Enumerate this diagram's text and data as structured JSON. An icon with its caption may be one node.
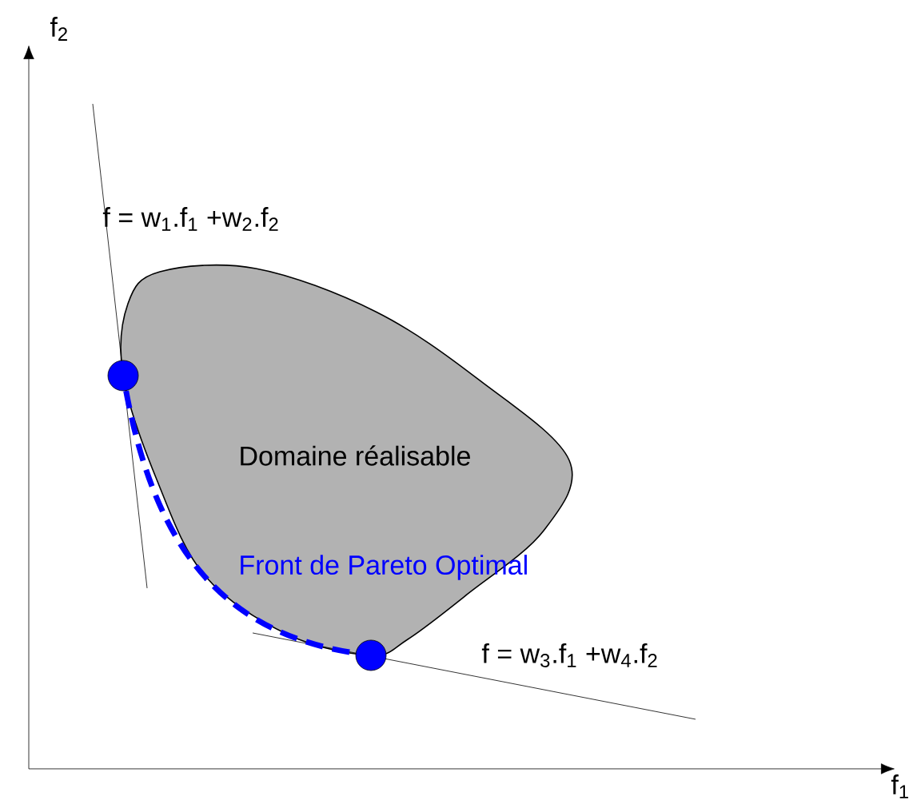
{
  "diagram": {
    "nodes": [
      {
        "text": [
          "Domaine réalisable"
        ]
      },
      {
        "text": [],
        "shape": "circle"
      },
      {
        "text": [],
        "shape": "circle"
      }
    ],
    "edges": [
      {
        "from": 1,
        "to": 2,
        "arrow": "none",
        "style": "dashed",
        "color": "#0000ff",
        "label": "Front de Pareto Optimal"
      }
    ],
    "labels": [
      "f$_{2}$",
      "f = w$_{1}$.f$_{1}$ +w$_{2}$.f$_{2}$",
      "f = w$_{3}$.f$_{1}$ +w$_{4}$.f$_{2}$",
      "f$_{1}$"
    ]
  }
}
